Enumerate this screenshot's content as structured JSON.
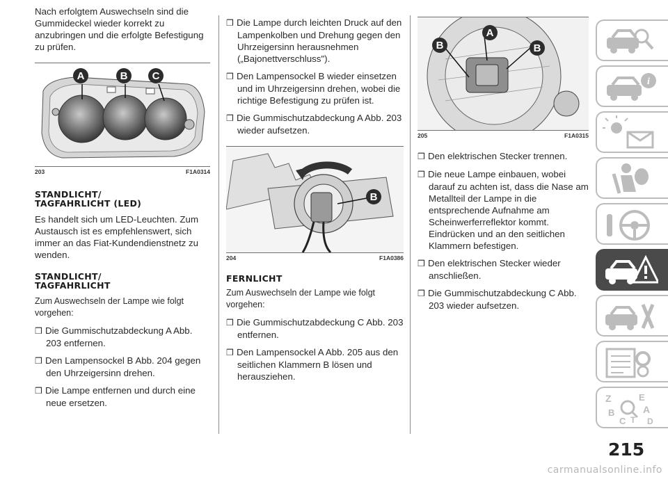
{
  "col1": {
    "intro": "Nach erfolgtem Auswechseln sind die Gummideckel wieder korrekt zu anzubringen und die erfolgte Befestigung zu prüfen.",
    "fig203": {
      "number": "203",
      "code": "F1A0314",
      "labels": [
        "A",
        "B",
        "C"
      ]
    },
    "heading1_line1": "STANDLICHT/",
    "heading1_line2": "TAGFAHRLICHT (LED)",
    "para1": "Es handelt sich um LED-Leuchten. Zum Austausch ist es empfehlenswert, sich immer an das Fiat-Kundendienstnetz zu wenden.",
    "heading2_line1": "STANDLICHT/",
    "heading2_line2": "TAGFAHRLICHT",
    "para2": "Zum Auswechseln der Lampe wie folgt vorgehen:",
    "steps": [
      "Die Gummischutzabdeckung A Abb. 203 entfernen.",
      "Den Lampensockel B Abb. 204 gegen den Uhrzeigersinn drehen.",
      "Die Lampe entfernen und durch eine neue ersetzen."
    ]
  },
  "col2": {
    "steps": [
      "Die Lampe durch leichten Druck auf den Lampenkolben und Drehung gegen den Uhrzeigersinn herausnehmen („Bajonettverschluss\").",
      "Den Lampensockel B wieder einsetzen und im Uhrzeigersinn drehen, wobei die richtige Befestigung zu prüfen ist.",
      "Die Gummischutzabdeckung A Abb. 203 wieder aufsetzen."
    ],
    "fig204": {
      "number": "204",
      "code": "F1A0386",
      "labels": [
        "B"
      ]
    },
    "heading": "FERNLICHT",
    "para": "Zum Auswechseln der Lampe wie folgt vorgehen:",
    "steps2": [
      "Die Gummischutzabdeckung C Abb. 203 entfernen.",
      "Den Lampensockel A Abb. 205 aus den seitlichen Klammern B lösen und herausziehen."
    ]
  },
  "col3": {
    "fig205": {
      "number": "205",
      "code": "F1A0315",
      "labels": [
        "A",
        "B",
        "B"
      ]
    },
    "steps": [
      "Den elektrischen Stecker trennen.",
      "Die neue Lampe einbauen, wobei darauf zu achten ist, dass die Nase am Metallteil der Lampe in die entsprechende Aufnahme am Scheinwerferreflektor kommt. Eindrücken und an den seitlichen Klammern befestigen.",
      "Den elektrischen Stecker wieder anschließen.",
      "Die Gummischutzabdeckung C Abb. 203 wieder aufsetzen."
    ]
  },
  "bullet_glyph": "❒",
  "sidebar": {
    "tabs": [
      "car-search-icon",
      "car-info-icon",
      "warning-lights-icon",
      "airbag-seat-icon",
      "steering-wheel-icon",
      "emergency-car-icon",
      "car-maintenance-icon",
      "car-data-icon",
      "alphabetical-index-icon"
    ],
    "active_index": 5
  },
  "page_number": "215",
  "watermark": "carmanualsonline.info"
}
